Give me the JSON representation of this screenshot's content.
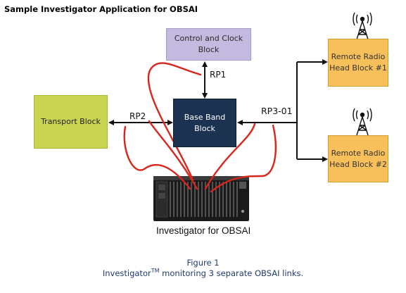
{
  "title": "Sample Investigator Application for  OBSAI",
  "blocks": {
    "control_line1": "Control and Clock",
    "control_line2": "Block",
    "transport": "Transport Block",
    "baseband_line1": "Base Band",
    "baseband_line2": "Block",
    "rrh1_line1": "Remote Radio",
    "rrh1_line2": "Head Block #1",
    "rrh2_line1": "Remote Radio",
    "rrh2_line2": "Head Block #2"
  },
  "links": {
    "rp1": "RP1",
    "rp2": "RP2",
    "rp3": "RP3-01"
  },
  "device_caption": "Investigator for OBSAI",
  "figure": {
    "title": "Figure 1",
    "caption_prefix": "Investigator",
    "caption_tm": "TM",
    "caption_suffix": " monitoring 3 separate OBSAI links."
  },
  "colors": {
    "control_block": "#c4b9de",
    "transport_block": "#c9d451",
    "baseband_block": "#1b3350",
    "rrh_block": "#f7c05a",
    "monitor_line": "#d9261c",
    "caption_text": "#1f3a70"
  },
  "icons": [
    "radio-tower-icon",
    "radio-tower-icon",
    "investigator-device-icon"
  ]
}
